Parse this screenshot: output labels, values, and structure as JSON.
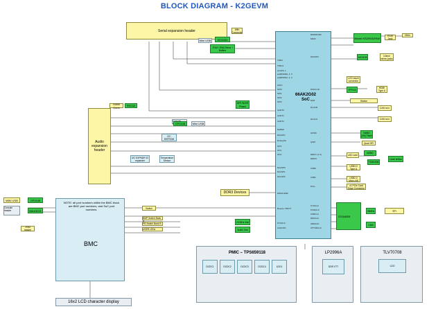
{
  "title": "BLOCK DIAGRAM - K2GEVM",
  "soc": {
    "name": "66AK2G02",
    "sub": "SoC"
  },
  "serial_header": "Serial expansion header",
  "audio_header": "Audio expansion header",
  "bmc": {
    "name": "BMC",
    "note": "NOTE: all port numbers within the BMC block are BMC port numbers, and SoC port numbers."
  },
  "lcd": "16x2 LCD character display",
  "pmic": {
    "name": "PMIC – TPS659118"
  },
  "lp": {
    "name": "LP2996A"
  },
  "tlv": {
    "name": "TLV70708"
  },
  "ddr3": "DDR3 Devices",
  "micrel": "Micrel KSZ9031RNX",
  "small_left": {
    "mmc_usb": "MINI USB",
    "cp2105_a": "CP2105",
    "max3221": "MAX3221",
    "rs232": "RS232",
    "cp2105_b": "CP2105"
  },
  "green": {
    "xds": "XDS200",
    "jtag": "JTAG / EMU Mezz. / Buffers",
    "nand": "NAND (4/8) Flash",
    "emmc": "eMMC",
    "tsw": "TSW2405",
    "level": "Level shifter"
  },
  "pmic_rails": [
    "DCDC1",
    "DCDC2",
    "DCDC3",
    "DCDC4",
    "LDO1"
  ]
}
